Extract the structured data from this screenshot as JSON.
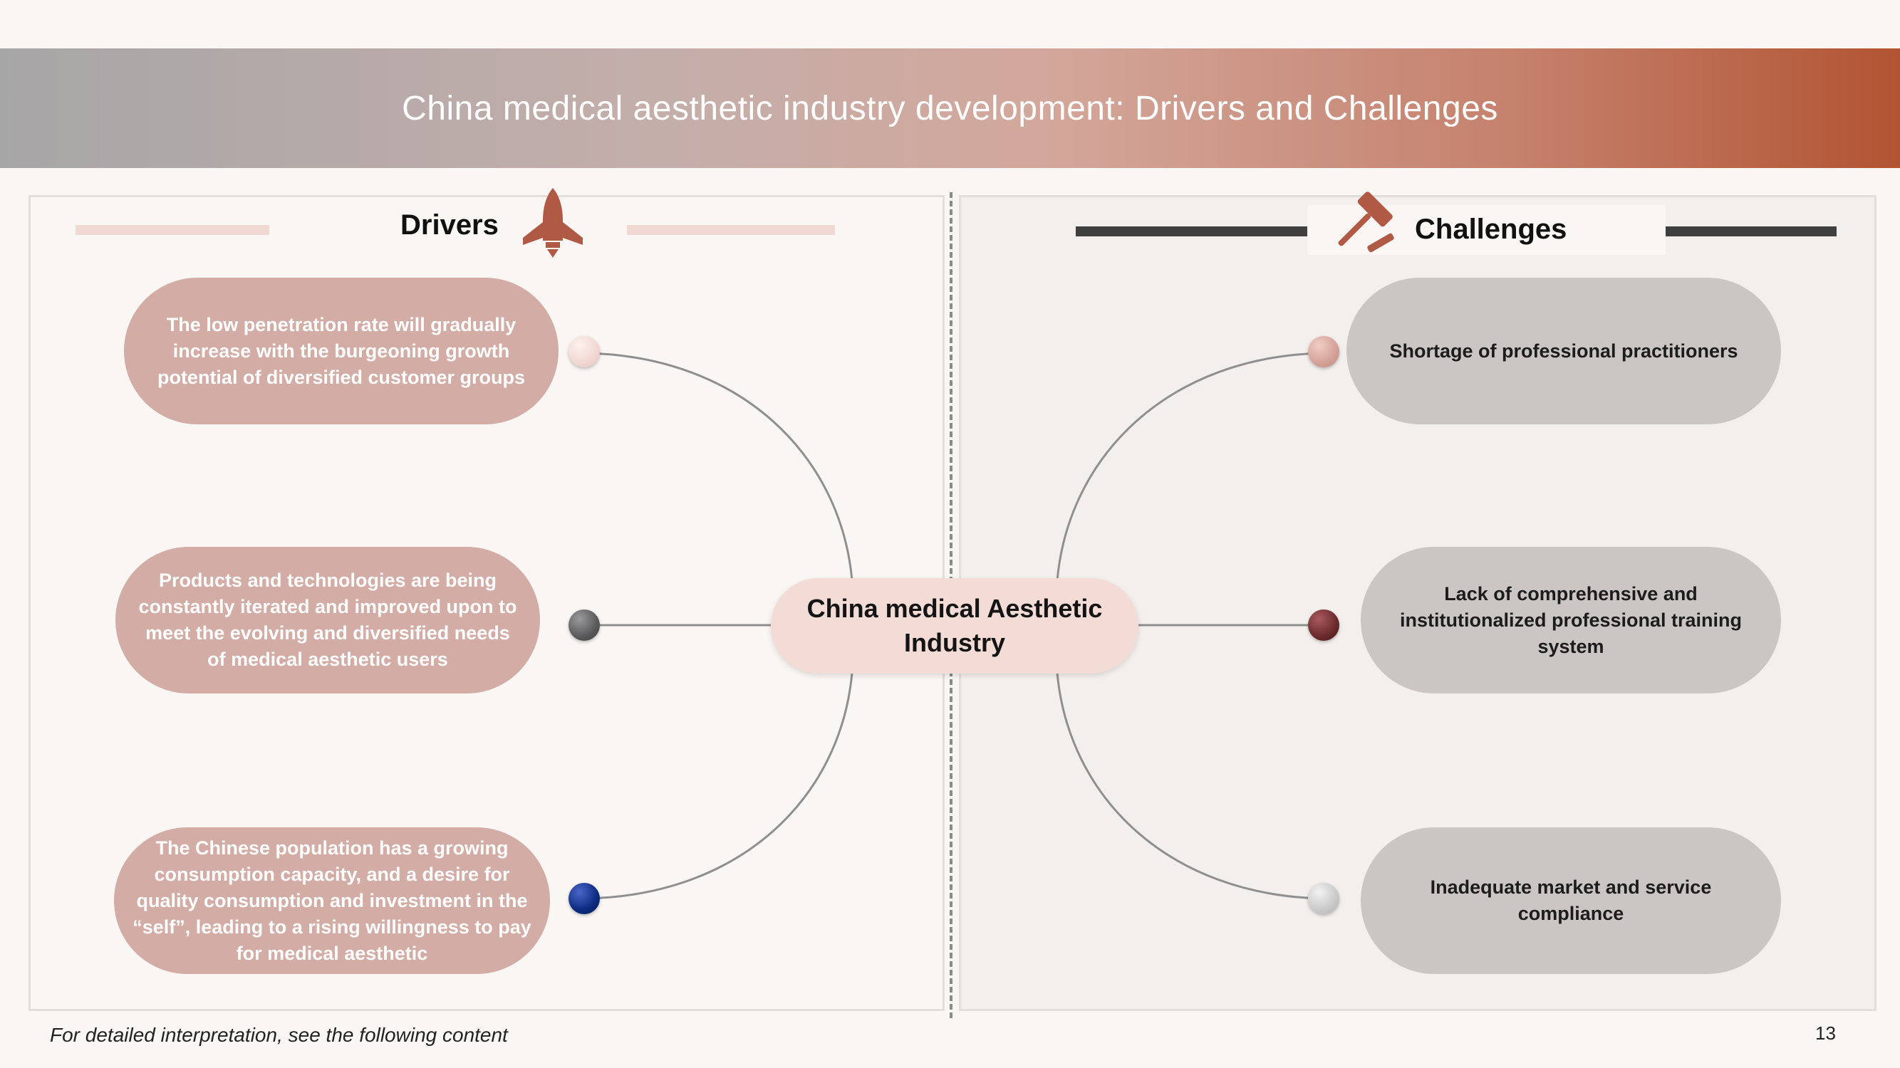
{
  "title": "China medical aesthetic industry development: Drivers and Challenges",
  "drivers": {
    "heading": "Drivers",
    "icon": "rocket-icon",
    "items": [
      {
        "text": "The low penetration rate will gradually increase with the burgeoning growth potential of diversified customer groups"
      },
      {
        "text": "Products and technologies are being constantly iterated and improved upon to meet the evolving and diversified needs of medical aesthetic users"
      },
      {
        "text": "The Chinese population has a growing consumption capacity, and a desire for quality consumption and investment in the “self”, leading to a rising willingness to pay for medical aesthetic"
      }
    ]
  },
  "challenges": {
    "heading": "Challenges",
    "icon": "gavel-icon",
    "items": [
      {
        "text": "Shortage of professional practitioners"
      },
      {
        "text": "Lack of comprehensive and institutionalized professional training system"
      },
      {
        "text": "Inadequate market and service compliance"
      }
    ]
  },
  "center": "China medical Aesthetic Industry",
  "colors": {
    "driver_pill": "#d2aca5",
    "challenge_pill": "#cbc6c4",
    "accent": "#b05a45",
    "dots": [
      "#f1d7d1",
      "#5a5a5c",
      "#0c2a80",
      "#d4a197",
      "#6b2a2c",
      "#c9c9c9"
    ]
  },
  "footnote": "For detailed interpretation, see the following content",
  "page_number": "13"
}
